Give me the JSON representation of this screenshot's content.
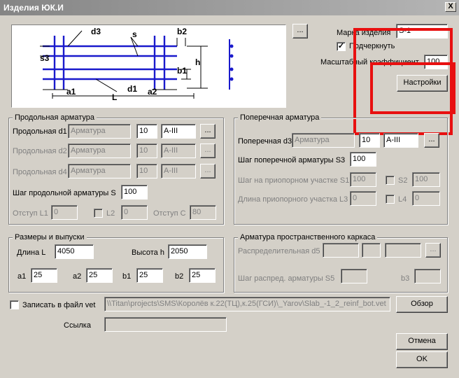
{
  "window": {
    "title": "Изделия ЮК.И",
    "close": "X"
  },
  "diagram_labels": {
    "d3": "d3",
    "s": "s",
    "b2": "b2",
    "s3": "s3",
    "h": "h",
    "b1": "b1",
    "a1": "a1",
    "d1": "d1",
    "L": "L",
    "a2": "a2"
  },
  "top": {
    "browse": "...",
    "mark_label": "Марка изделия",
    "mark_value": "S-1",
    "underline_label": "Подчеркнуть",
    "underline_checked": true,
    "scale_label": "Масштабный коэффициент",
    "scale_value": "100",
    "settings_button": "Настройки"
  },
  "long": {
    "title": "Продольная арматура",
    "rows": [
      {
        "label": "Продольная d1",
        "type": "Арматура",
        "dia": "10",
        "cls": "A-III",
        "btn": "..."
      },
      {
        "label": "Продольная d2",
        "type": "Арматура",
        "dia": "10",
        "cls": "A-III",
        "btn": "..."
      },
      {
        "label": "Продольная d4",
        "type": "Арматура",
        "dia": "10",
        "cls": "A-III",
        "btn": "..."
      }
    ],
    "step_label": "Шаг продольной арматуры S",
    "step_value": "100",
    "l1_label": "Отступ L1",
    "l1_value": "0",
    "l2_label": "L2",
    "l2_value": "0",
    "c_label": "Отступ C",
    "c_value": "80"
  },
  "trans": {
    "title": "Поперечная арматура",
    "d3_label": "Поперечная d3",
    "d3_type": "Арматура",
    "d3_dia": "10",
    "d3_cls": "A-III",
    "d3_btn": "...",
    "s3_label": "Шаг поперечной арматуры S3",
    "s3_value": "100",
    "s1_label": "Шаг на приопорном участке S1",
    "s1_value": "100",
    "s2_label": "S2",
    "s2_value": "100",
    "l3_label": "Длина приопорного участка L3",
    "l3_value": "0",
    "l4_label": "L4",
    "l4_value": "0"
  },
  "dims": {
    "title": "Размеры и выпуски",
    "length_label": "Длина L",
    "length_value": "4050",
    "height_label": "Высота h",
    "height_value": "2050",
    "a1_label": "a1",
    "a1_value": "25",
    "a2_label": "a2",
    "a2_value": "25",
    "b1_label": "b1",
    "b1_value": "25",
    "b2_label": "b2",
    "b2_value": "25"
  },
  "space": {
    "title": "Арматура пространственного каркаса",
    "d5_label": "Распределительная d5",
    "d5_btn": "...",
    "s5_label": "Шаг распред. арматуры S5",
    "b3_label": "b3"
  },
  "file": {
    "write_label": "Записать в файл vet",
    "path_value": "\\\\Titan\\projects\\SMS\\Королёв к.22(ТЦ),к.25(ГСИ)\\_Yarov\\Slab_-1_2_reinf_bot.vet",
    "browse_button": "Обзор",
    "link_label": "Ссылка",
    "link_value": ""
  },
  "actions": {
    "cancel": "Отмена",
    "ok": "OK"
  },
  "colors": {
    "highlight_red": "#e81010",
    "diagram_blue": "#1a1acc"
  }
}
